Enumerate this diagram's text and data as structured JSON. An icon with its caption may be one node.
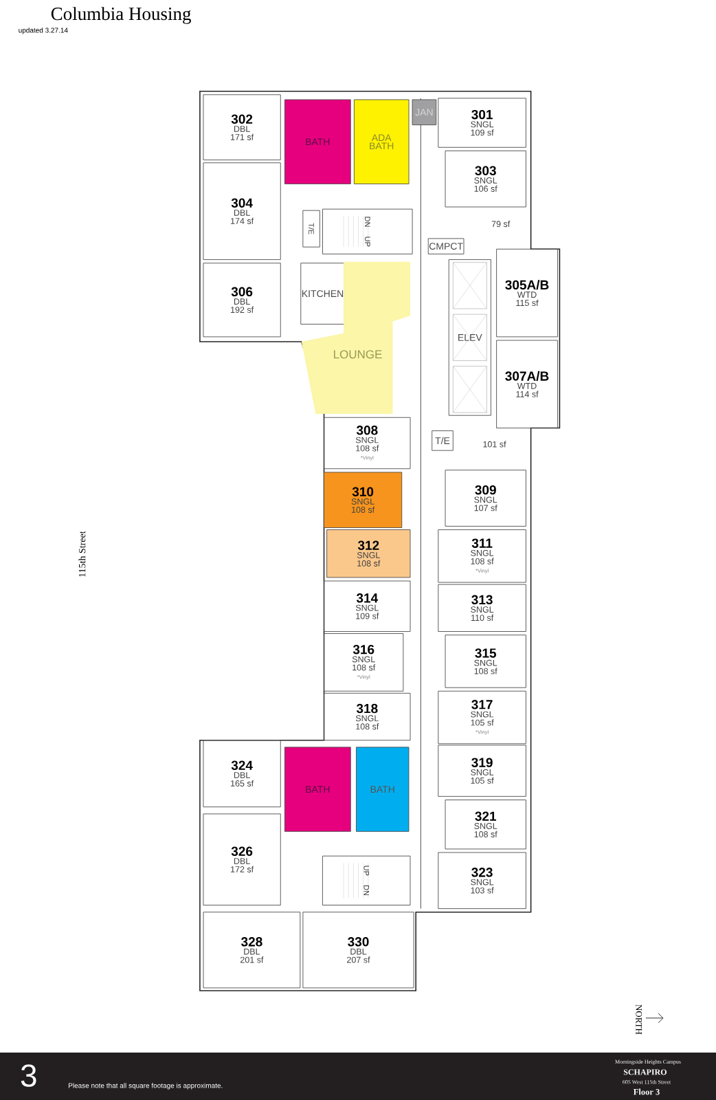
{
  "diagram": {
    "title": "Columbia Housing",
    "nodes": [
      {
        "text": [
          "302",
          "DBL",
          "171 sf"
        ]
      },
      {
        "text": [
          "BATH"
        ]
      },
      {
        "text": [
          "ADA BATH"
        ]
      },
      {
        "text": [
          "JAN"
        ]
      },
      {
        "text": [
          "301",
          "SNGL",
          "109 sf"
        ]
      },
      {
        "text": [
          "304",
          "DBL",
          "174 sf"
        ]
      },
      {
        "text": [
          "303",
          "SNGL",
          "106 sf"
        ]
      },
      {
        "text": [
          "T/E"
        ]
      },
      {
        "text": [
          "DN",
          "UP"
        ]
      },
      {
        "text": [
          "CMPCT"
        ]
      },
      {
        "text": [
          "306",
          "DBL",
          "192 sf"
        ]
      },
      {
        "text": [
          "KITCHEN"
        ]
      },
      {
        "text": [
          "LOUNGE"
        ]
      },
      {
        "text": [
          "305A/B",
          "WTD",
          "115 sf"
        ]
      },
      {
        "text": [
          "ELEV"
        ]
      },
      {
        "text": [
          "307A/B",
          "WTD",
          "114 sf"
        ]
      },
      {
        "text": [
          "308",
          "SNGL",
          "108 sf",
          "*Vinyl"
        ]
      },
      {
        "text": [
          "T/E"
        ]
      },
      {
        "text": [
          "310",
          "SNGL",
          "108 sf"
        ]
      },
      {
        "text": [
          "309",
          "SNGL",
          "107 sf"
        ]
      },
      {
        "text": [
          "312",
          "SNGL",
          "108 sf"
        ]
      },
      {
        "text": [
          "311",
          "SNGL",
          "108 sf",
          "*Vinyl"
        ]
      },
      {
        "text": [
          "314",
          "SNGL",
          "109 sf"
        ]
      },
      {
        "text": [
          "313",
          "SNGL",
          "110 sf"
        ]
      },
      {
        "text": [
          "316",
          "SNGL",
          "108 sf",
          "*Vinyl"
        ]
      },
      {
        "text": [
          "315",
          "SNGL",
          "108 sf"
        ]
      },
      {
        "text": [
          "318",
          "SNGL",
          "108 sf"
        ]
      },
      {
        "text": [
          "317",
          "SNGL",
          "105 sf",
          "*Vinyl"
        ]
      },
      {
        "text": [
          "324",
          "DBL",
          "165 sf"
        ]
      },
      {
        "text": [
          "BATH"
        ]
      },
      {
        "text": [
          "BATH"
        ]
      },
      {
        "text": [
          "319",
          "SNGL",
          "105 sf"
        ]
      },
      {
        "text": [
          "326",
          "DBL",
          "172 sf"
        ]
      },
      {
        "text": [
          "321",
          "SNGL",
          "108 sf"
        ]
      },
      {
        "text": [
          "UP",
          "DN"
        ]
      },
      {
        "text": [
          "323",
          "SNGL",
          "103 sf"
        ]
      },
      {
        "text": [
          "328",
          "DBL",
          "201 sf"
        ]
      },
      {
        "text": [
          "330",
          "DBL",
          "207 sf"
        ]
      }
    ],
    "labels": [
      "updated 3.27.14",
      "79 sf",
      "101 sf",
      "115th Street",
      "NORTH",
      "3",
      "Please note that all square footage is approximate.",
      "Morningside Heights Campus",
      "SCHAPIRO",
      "605 West 115th Street",
      "Floor 3"
    ]
  }
}
